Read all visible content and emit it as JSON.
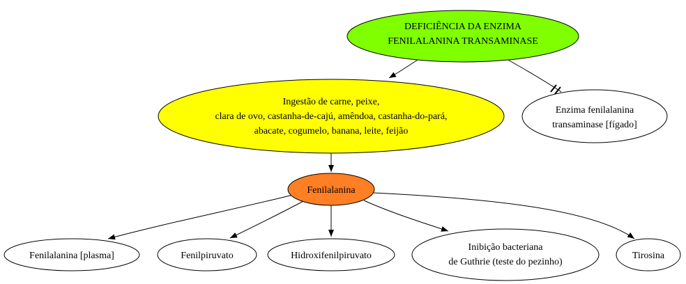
{
  "nodes": {
    "deficiencia": {
      "lines": [
        "DEFICIÊNCIA DA ENZIMA",
        "FENILALANINA TRANSAMINASE"
      ],
      "fill": "#7fff00"
    },
    "ingestao": {
      "lines": [
        "Ingestão de carne, peixe,",
        "clara de ovo, castanha-de-cajú, amêndoa, castanha-do-pará,",
        "abacate, cogumelo, banana, leite, feijão"
      ],
      "fill": "#ffff00"
    },
    "enzima": {
      "lines": [
        "Enzima fenilalanina",
        "transaminase [fígado]"
      ],
      "fill": "#ffffff"
    },
    "fenilalanina": {
      "lines": [
        "Fenilalanina"
      ],
      "fill": "#ff7f24"
    },
    "plasma": {
      "lines": [
        "Fenilalanina [plasma]"
      ],
      "fill": "#ffffff"
    },
    "fenilpiruvato": {
      "lines": [
        "Fenilpiruvato"
      ],
      "fill": "#ffffff"
    },
    "hidroxi": {
      "lines": [
        "Hidroxifenilpiruvato"
      ],
      "fill": "#ffffff"
    },
    "inibicao": {
      "lines": [
        "Inibição bacteriana",
        "de Guthrie (teste do pezinho)"
      ],
      "fill": "#ffffff"
    },
    "tirosina": {
      "lines": [
        "Tirosina"
      ],
      "fill": "#ffffff"
    }
  }
}
